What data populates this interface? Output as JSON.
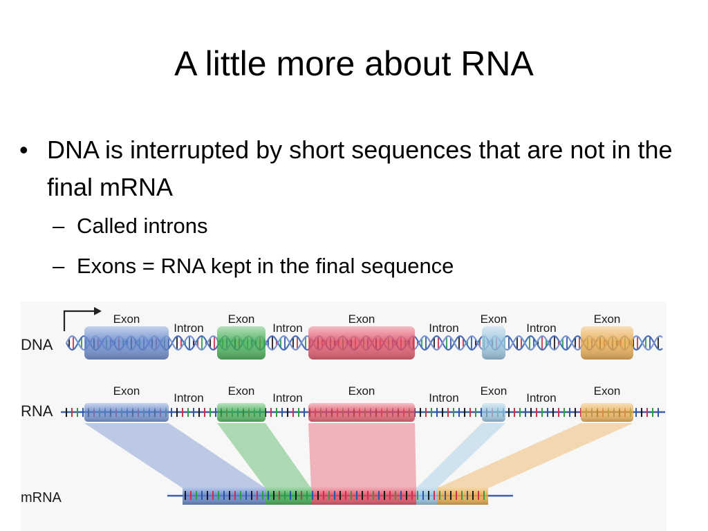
{
  "slide": {
    "title": "A little more about RNA",
    "bullets": [
      {
        "text": "DNA is interrupted by short sequences that are not in the final mRNA",
        "subs": [
          "Called introns",
          "Exons = RNA kept in the final sequence"
        ]
      }
    ]
  },
  "diagram": {
    "row_labels": {
      "dna": "DNA",
      "rna": "RNA",
      "mrna": "mRNA"
    },
    "exon_label": "Exon",
    "intron_label": "Intron",
    "segments": [
      {
        "kind": "exon",
        "color": "#5b7fc8"
      },
      {
        "kind": "intron"
      },
      {
        "kind": "exon",
        "color": "#33a845"
      },
      {
        "kind": "intron"
      },
      {
        "kind": "exon",
        "color": "#e0445a"
      },
      {
        "kind": "intron"
      },
      {
        "kind": "exon",
        "color": "#8fc0de"
      },
      {
        "kind": "intron"
      },
      {
        "kind": "exon",
        "color": "#e9a43c"
      }
    ]
  }
}
